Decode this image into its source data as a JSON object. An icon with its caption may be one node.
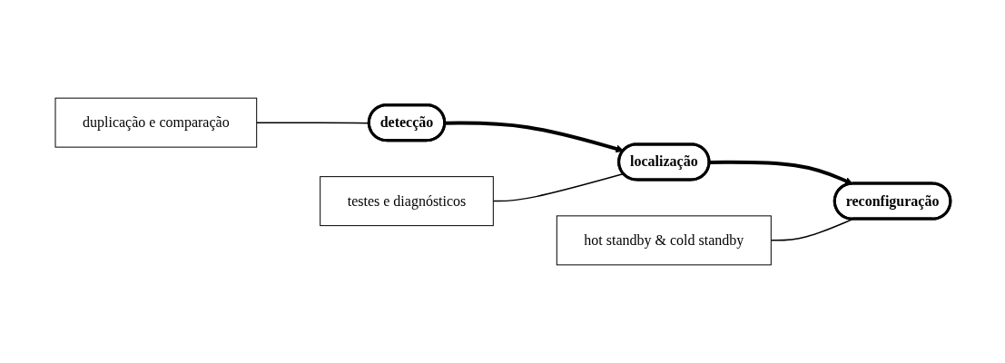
{
  "diagram": {
    "nodes": [
      {
        "text": [
          "detecção"
        ]
      },
      {
        "text": [
          "localização"
        ]
      },
      {
        "text": [
          "reconfiguração"
        ]
      },
      {
        "text": [
          "testes e diagnósticos"
        ]
      },
      {
        "text": [
          "duplicação e comparação"
        ]
      },
      {
        "text": [
          "hot standby & cold standby"
        ]
      }
    ],
    "edges": [
      {
        "from": 0,
        "to": 1,
        "arrow": "to",
        "style": "thick"
      },
      {
        "from": 1,
        "to": 2,
        "arrow": "to",
        "style": "thick"
      },
      {
        "from": 3,
        "to": 1,
        "arrow": "none"
      },
      {
        "from": 4,
        "to": 0,
        "arrow": "none"
      },
      {
        "from": 5,
        "to": 2,
        "arrow": "none"
      }
    ]
  }
}
